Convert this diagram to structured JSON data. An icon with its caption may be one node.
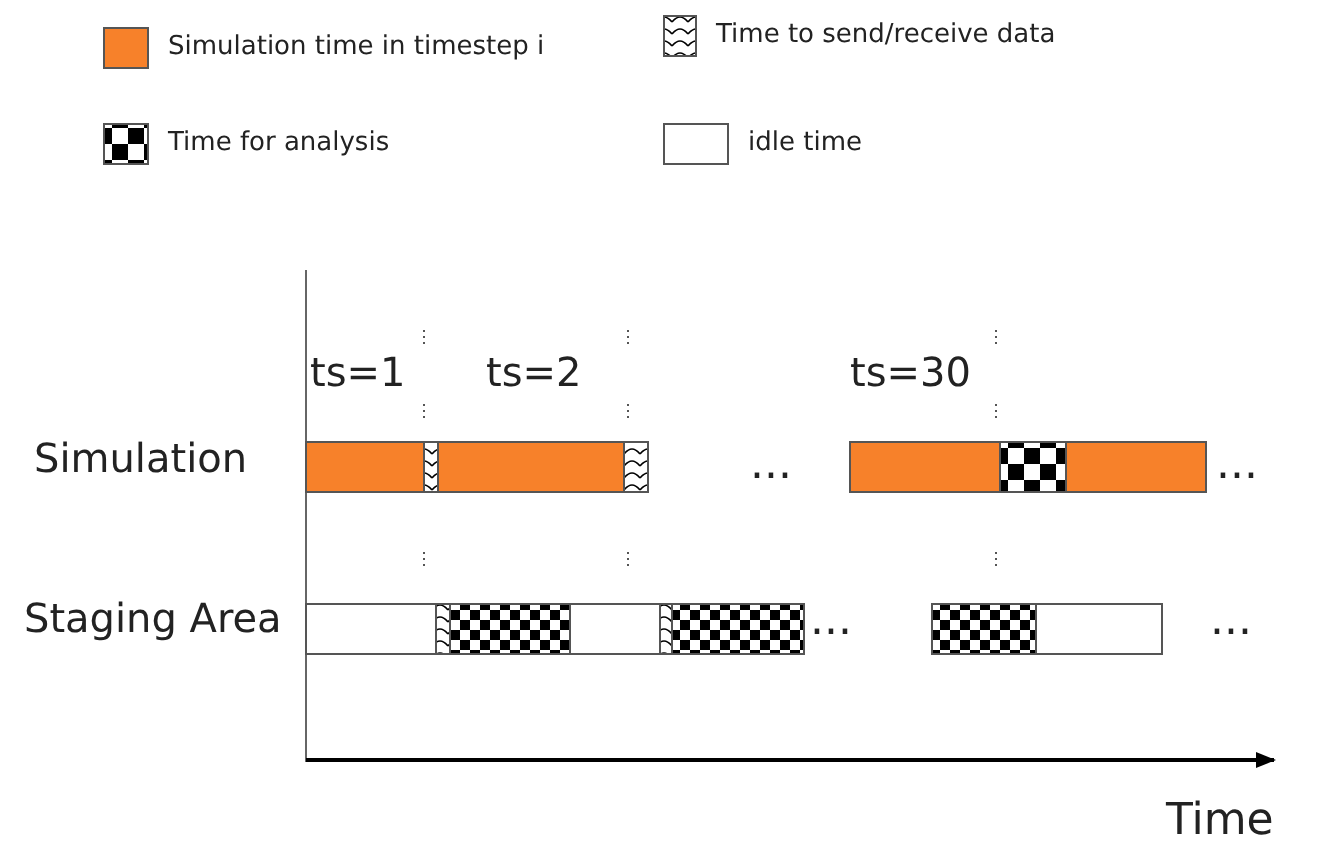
{
  "diagram": {
    "labels": [
      "ts=1",
      "ts=2",
      "ts=30",
      "Simulation",
      "...",
      "...",
      "Staging Area",
      "...",
      "...",
      "Time"
    ],
    "legend": [
      {
        "text": "Simulation time in timestep i",
        "color": "#f7812a"
      },
      {
        "text": "Time to send/receive data"
      },
      {
        "text": "Time for analysis"
      },
      {
        "text": "idle time",
        "color": "#ffffff"
      }
    ]
  }
}
